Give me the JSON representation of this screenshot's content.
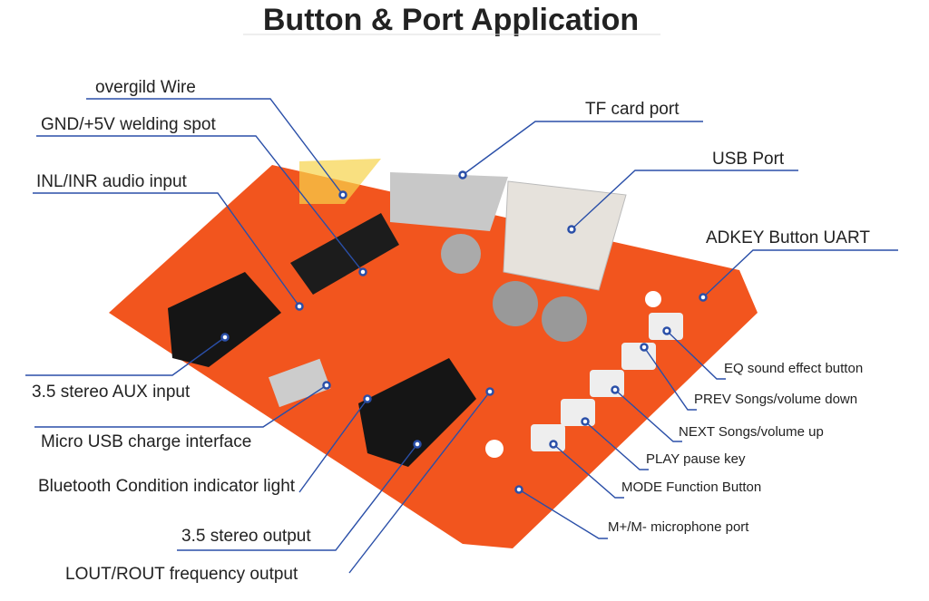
{
  "title": "Button & Port Application",
  "colors": {
    "board": "#f2551e",
    "leader_line": "#2a4fa8",
    "text": "#222222"
  },
  "labels": {
    "overgild_wire": "overgild Wire",
    "gnd_5v": "GND/+5V welding spot",
    "inl_inr": "INL/INR audio input",
    "tf_card": "TF card port",
    "usb_port": "USB Port",
    "adkey": "ADKEY Button UART",
    "aux_input": "3.5 stereo AUX input",
    "micro_usb": "Micro USB charge interface",
    "bt_light": "Bluetooth Condition indicator light",
    "stereo_output": "3.5 stereo output",
    "lout_rout": "LOUT/ROUT frequency output",
    "eq_button": "EQ sound effect button",
    "prev_button": "PREV Songs/volume down",
    "next_button": "NEXT Songs/volume up",
    "play_button": "PLAY pause key",
    "mode_button": "MODE Function Button",
    "mic_port": "M+/M- microphone port"
  }
}
